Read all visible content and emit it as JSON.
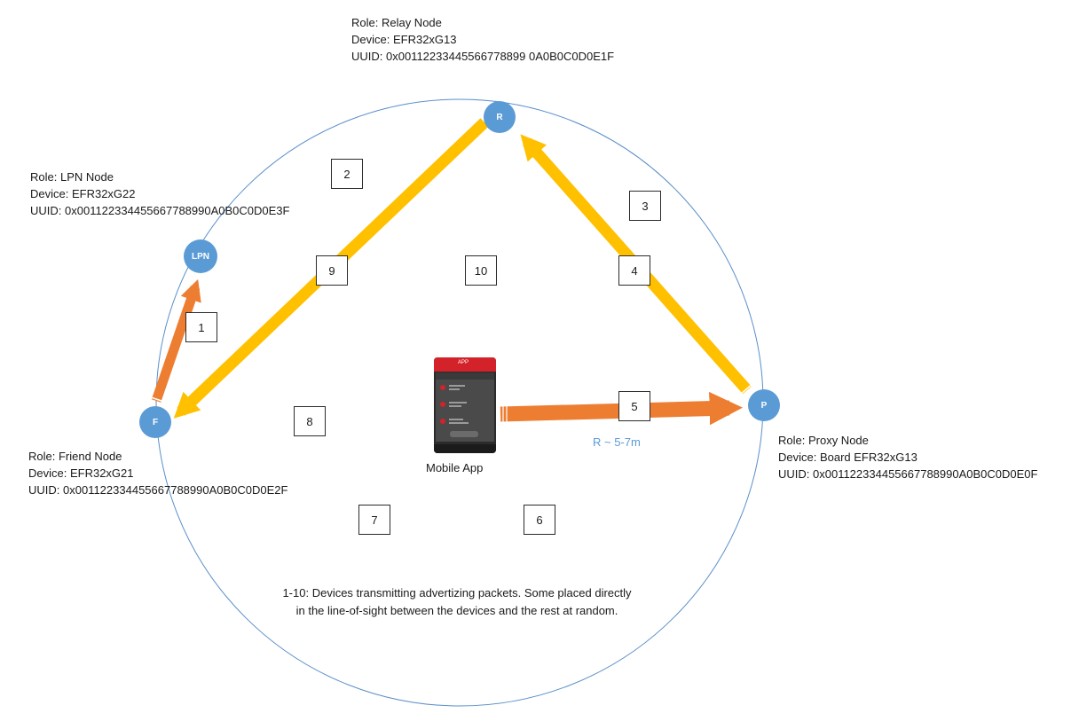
{
  "nodes": {
    "relay": {
      "symbol": "R",
      "role": "Role: Relay Node",
      "device": "Device: EFR32xG13",
      "uuid": "UUID: 0x00112233445566778899 0A0B0C0D0E1F"
    },
    "lpn": {
      "symbol": "LPN",
      "role": "Role: LPN Node",
      "device": "Device: EFR32xG22",
      "uuid": "UUID: 0x001122334455667788990A0B0C0D0E3F"
    },
    "friend": {
      "symbol": "F",
      "role": "Role: Friend Node",
      "device": "Device: EFR32xG21",
      "uuid": "UUID: 0x001122334455667788990A0B0C0D0E2F"
    },
    "proxy": {
      "symbol": "P",
      "role": "Role: Proxy Node",
      "device": "Device: Board EFR32xG13",
      "uuid": "UUID: 0x001122334455667788990A0B0C0D0E0F"
    }
  },
  "boxes": [
    "1",
    "2",
    "3",
    "4",
    "5",
    "6",
    "7",
    "8",
    "9",
    "10"
  ],
  "range_label": "R ~ 5-7m",
  "mobile_label": "Mobile App",
  "note": "1-10: Devices transmitting advertizing packets. Some placed directly in the line-of-sight between the devices and the rest at random.",
  "colors": {
    "yellow_arrow": "#ffc000",
    "orange_arrow": "#ed7d31",
    "node": "#5b9bd5",
    "circle": "#5b8fc9"
  }
}
